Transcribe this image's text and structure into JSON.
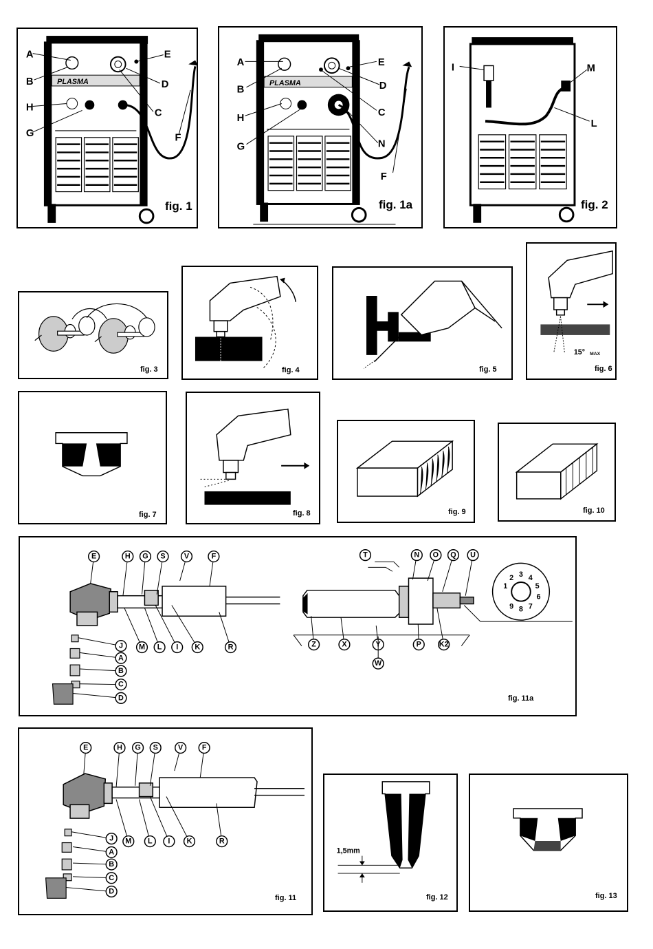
{
  "captions": {
    "fig1": "fig. 1",
    "fig1a": "fig. 1a",
    "fig2": "fig. 2",
    "fig3": "fig. 3",
    "fig4": "fig. 4",
    "fig5": "fig. 5",
    "fig6": "fig. 6",
    "fig7": "fig. 7",
    "fig8": "fig. 8",
    "fig9": "fig. 9",
    "fig10": "fig. 10",
    "fig11a": "fig. 11a",
    "fig11": "fig. 11",
    "fig12": "fig. 12",
    "fig13": "fig. 13"
  },
  "brand": "PLASMA",
  "fig1_labels": {
    "a": "A",
    "b": "B",
    "h": "H",
    "g": "G",
    "e": "E",
    "d": "D",
    "c": "C",
    "f": "F"
  },
  "fig1a_labels": {
    "a": "A",
    "b": "B",
    "h": "H",
    "g": "G",
    "e": "E",
    "d": "D",
    "c": "C",
    "n": "N",
    "f": "F"
  },
  "fig2_labels": {
    "i": "I",
    "m": "M",
    "l": "L"
  },
  "fig6_angle": "15°",
  "fig6_max": "MAX",
  "fig12_dim": "1,5mm",
  "fig11a_labels": {
    "e": "E",
    "h": "H",
    "g": "G",
    "s": "S",
    "v": "V",
    "f": "F",
    "j": "J",
    "a": "A",
    "b": "B",
    "c": "C",
    "d": "D",
    "m": "M",
    "l": "L",
    "i": "I",
    "k": "K",
    "r": "R",
    "t": "T",
    "n": "N",
    "o": "O",
    "q": "Q",
    "u": "U",
    "z": "Z",
    "x": "X",
    "y": "Y",
    "p": "P",
    "k2": "K2",
    "w": "W"
  },
  "connector_pins": [
    "1",
    "2",
    "3",
    "4",
    "5",
    "6",
    "7",
    "8",
    "9"
  ],
  "fig11_labels": {
    "e": "E",
    "h": "H",
    "g": "G",
    "s": "S",
    "v": "V",
    "f": "F",
    "j": "J",
    "a": "A",
    "b": "B",
    "c": "C",
    "d": "D",
    "m": "M",
    "l": "L",
    "i": "I",
    "k": "K",
    "r": "R"
  }
}
